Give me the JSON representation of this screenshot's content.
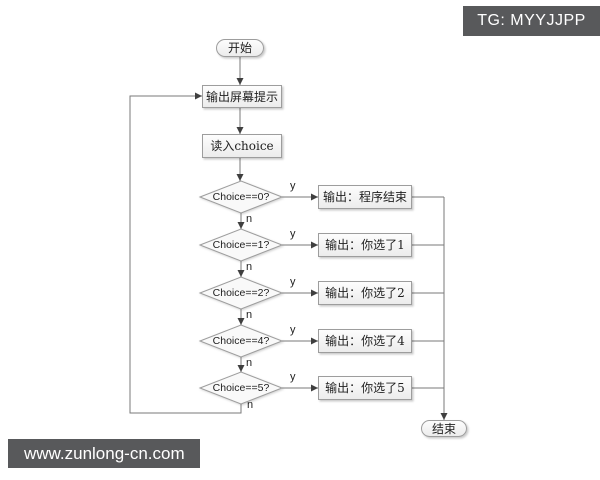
{
  "watermarks": {
    "top_right": "TG: MYYJJPP",
    "bottom_left": "www.zunlong-cn.com"
  },
  "flow": {
    "start_label": "开始",
    "end_label": "结束",
    "steps": [
      {
        "label": "输出屏幕提示"
      },
      {
        "label": "读入choice"
      }
    ],
    "branches": [
      {
        "condition": "Choice==0?",
        "yes": "y",
        "no": "n",
        "output": "输出：程序结束"
      },
      {
        "condition": "Choice==1?",
        "yes": "y",
        "no": "n",
        "output": "输出：你选了1"
      },
      {
        "condition": "Choice==2?",
        "yes": "y",
        "no": "n",
        "output": "输出：你选了2"
      },
      {
        "condition": "Choice==4?",
        "yes": "y",
        "no": "n",
        "output": "输出：你选了4"
      },
      {
        "condition": "Choice==5?",
        "yes": "y",
        "no": "n",
        "output": "输出：你选了5"
      }
    ]
  },
  "colors": {
    "line": "#7a7a7a",
    "arrow": "#3f3f3f",
    "node_border": "#9d9d9d",
    "node_fill_top": "#fdfdfd",
    "node_fill_bottom": "#ececec",
    "text": "#1f1f1f",
    "watermark_bg": "#58595b",
    "watermark_text": "#ffffff"
  }
}
